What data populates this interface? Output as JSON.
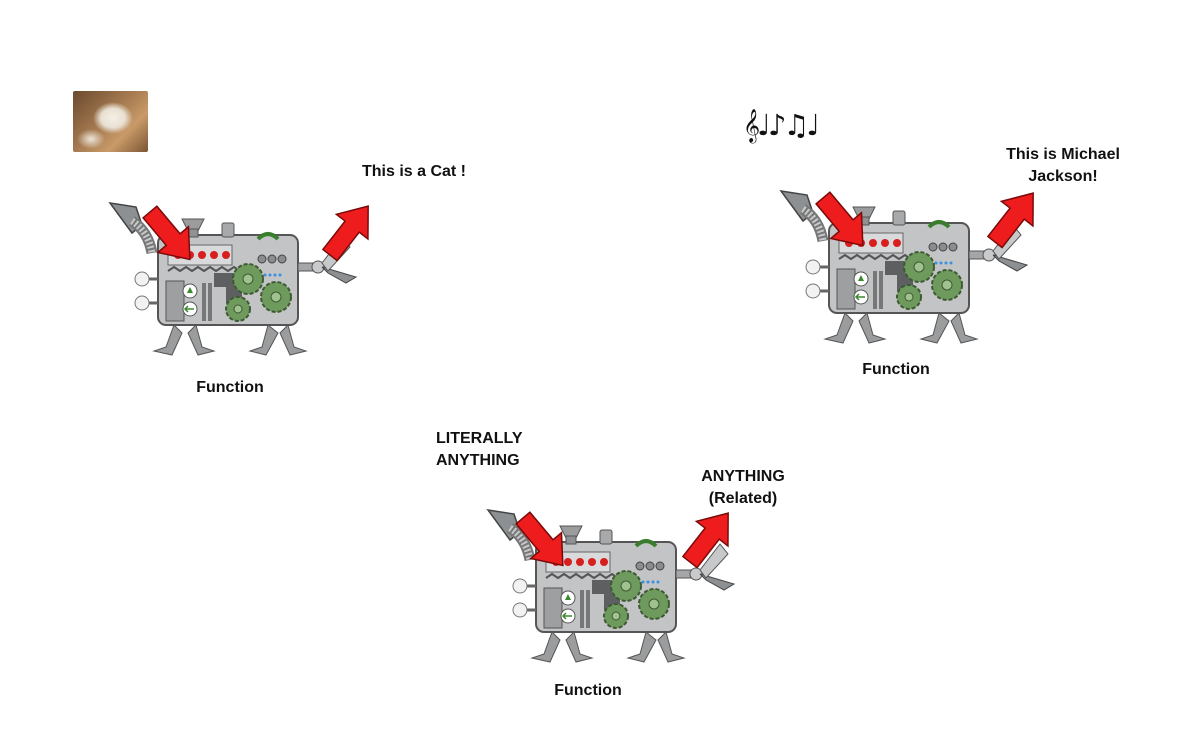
{
  "machines": [
    {
      "id": "cat",
      "input_label": "",
      "output_label": "This is a Cat !",
      "caption": "Function",
      "input_icon": "cat-photo"
    },
    {
      "id": "music",
      "input_label": "𝄞♩♪♫♩",
      "output_label": "This is Michael\nJackson!",
      "caption": "Function",
      "input_icon": "music-notes-icon"
    },
    {
      "id": "generic",
      "input_label": "LITERALLY\nANYTHING",
      "output_label": "ANYTHING\n(Related)",
      "caption": "Function",
      "input_icon": ""
    }
  ],
  "colors": {
    "arrow": "#ee1c1c",
    "arrow_outline": "#7a0a0a",
    "machine_body": "#b9bbbd",
    "gear": "#6f9a5e",
    "led": "#d81f1f"
  }
}
